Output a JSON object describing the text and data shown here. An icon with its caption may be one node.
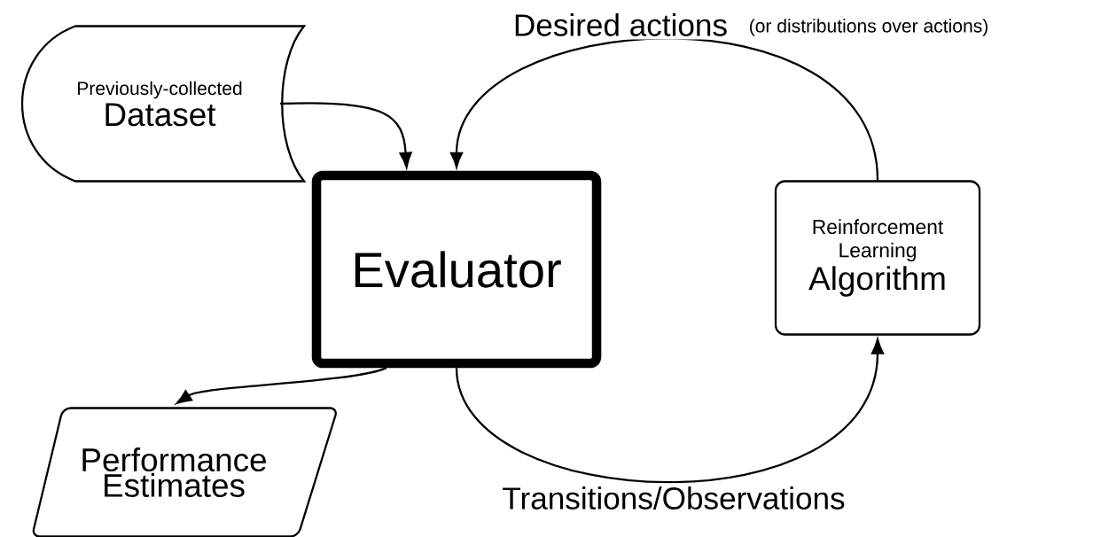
{
  "diagram": {
    "nodes": [
      {
        "text": [
          "Previously-collected",
          "Dataset"
        ]
      },
      {
        "text": [
          "Evaluator"
        ]
      },
      {
        "text": [
          "Reinforcement Learning",
          "Algorithm"
        ]
      },
      {
        "text": [
          "Performance Estimates"
        ]
      }
    ],
    "edges": [
      {
        "from": 0,
        "to": 1,
        "arrow": "to"
      },
      {
        "from": 2,
        "to": 1,
        "arrow": "to",
        "label": "Desired actions"
      },
      {
        "from": 1,
        "to": 3,
        "arrow": "to"
      },
      {
        "from": 1,
        "to": 2,
        "arrow": "to",
        "label": "Transitions/Observations"
      }
    ],
    "labels": [
      "(or distributions over actions)"
    ]
  }
}
